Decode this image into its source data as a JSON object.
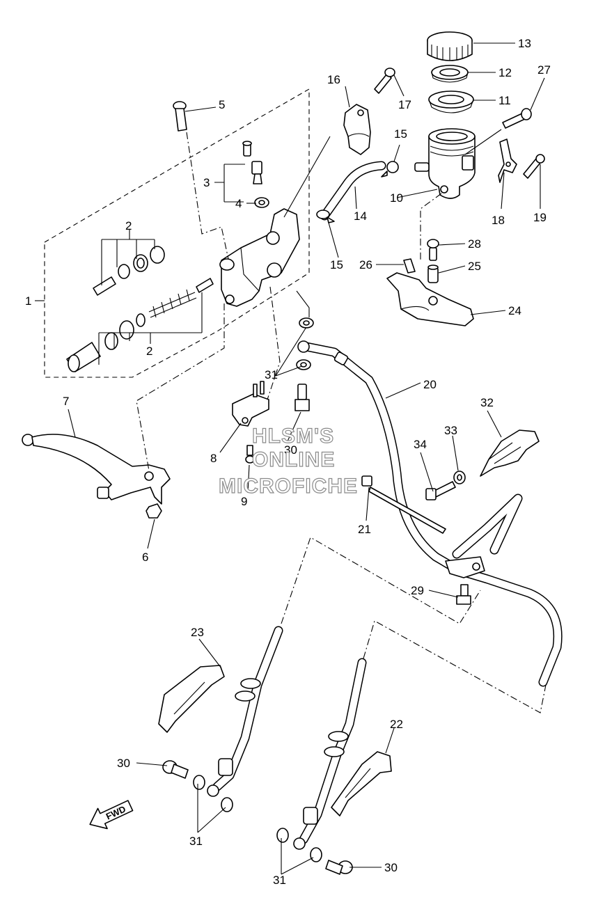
{
  "callouts": {
    "c1": "1",
    "c2a": "2",
    "c2b": "2",
    "c3": "3",
    "c4": "4",
    "c5": "5",
    "c6": "6",
    "c7": "7",
    "c8": "8",
    "c9": "9",
    "c10": "10",
    "c11": "11",
    "c12": "12",
    "c13": "13",
    "c14": "14",
    "c15a": "15",
    "c15b": "15",
    "c16": "16",
    "c17": "17",
    "c18": "18",
    "c19": "19",
    "c20": "20",
    "c21": "21",
    "c22": "22",
    "c23": "23",
    "c24": "24",
    "c25": "25",
    "c26": "26",
    "c27": "27",
    "c28": "28",
    "c29": "29",
    "c30a": "30",
    "c30b": "30",
    "c30c": "30",
    "c31a": "31",
    "c31b": "31",
    "c31c": "31",
    "c32": "32",
    "c33": "33",
    "c34": "34"
  },
  "watermark": {
    "line1": "HLSM'S",
    "line2": "ONLINE",
    "line3": "MICROFICHE"
  },
  "fwd_label": "FWD"
}
